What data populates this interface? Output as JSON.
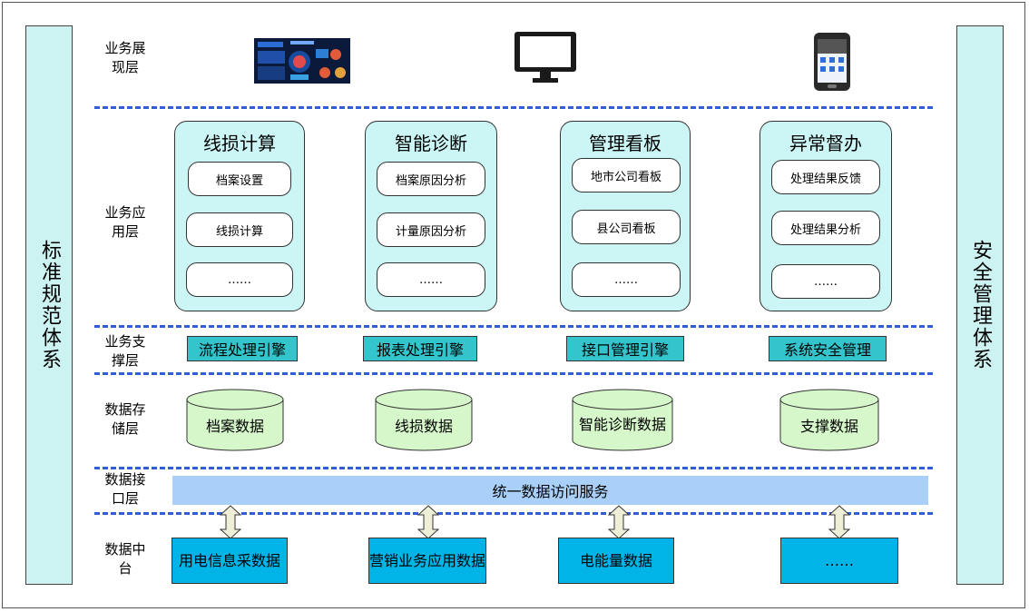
{
  "left_panel": "标准规范体系",
  "right_panel": "安全管理体系",
  "layers": {
    "presentation": "业务展\n现层",
    "application": "业务应\n用层",
    "support": "业务支\n撑层",
    "storage": "数据存\n储层",
    "interface": "数据接\n口层",
    "middle": "数据中\n台"
  },
  "modules": [
    {
      "title": "线损计算",
      "items": [
        "档案设置",
        "线损计算",
        "……"
      ]
    },
    {
      "title": "智能诊断",
      "items": [
        "档案原因分析",
        "计量原因分析",
        "……"
      ]
    },
    {
      "title": "管理看板",
      "items": [
        "地市公司看板",
        "县公司看板",
        "……"
      ]
    },
    {
      "title": "异常督办",
      "items": [
        "处理结果反馈",
        "处理结果分析",
        "……"
      ]
    }
  ],
  "engines": [
    "流程处理引擎",
    "报表处理引擎",
    "接口管理引擎",
    "系统安全管理"
  ],
  "databases": [
    "档案数据",
    "线损数据",
    "智能诊断数据",
    "支撑数据"
  ],
  "interface_bar": "统一数据访问服务",
  "sources": [
    "用电信息采数据",
    "营销业务应用数据",
    "电能量数据",
    "……"
  ],
  "icons": [
    "dashboard-screen-icon",
    "monitor-icon",
    "mobile-phone-icon"
  ]
}
